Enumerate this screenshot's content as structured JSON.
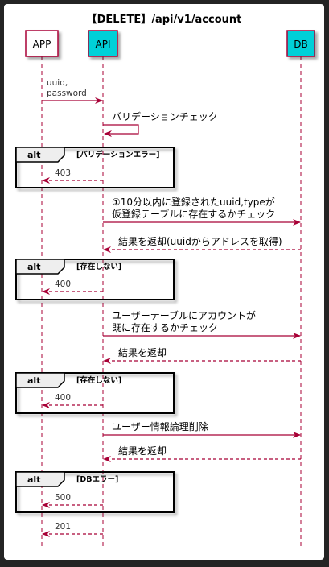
{
  "title": "【DELETE】/api/v1/account",
  "colors": {
    "arrow": "#a80036",
    "participant_border": "#a80036",
    "participant_fill_app": "#ffffff",
    "participant_fill_api": "#00d0d8",
    "participant_fill_db": "#00d0d8",
    "lifeline": "#a80036",
    "frame_bg": "#ffffff",
    "outer_bg": "#242424"
  },
  "participants": [
    {
      "id": "APP",
      "label": "APP"
    },
    {
      "id": "API",
      "label": "API"
    },
    {
      "id": "DB",
      "label": "DB"
    }
  ],
  "messages": [
    {
      "from": "APP",
      "to": "API",
      "lines": [
        "uuid,",
        "password"
      ],
      "style": "solid",
      "small": true
    },
    {
      "from": "API",
      "to": "API",
      "lines": [
        "バリデーションチェック"
      ],
      "style": "solid",
      "self": true
    },
    {
      "from": "API",
      "to": "APP",
      "lines": [
        "403"
      ],
      "style": "dashed",
      "small": true,
      "alt": 0
    },
    {
      "from": "API",
      "to": "DB",
      "lines": [
        "①10分以内に登録されたuuid,typeが",
        "仮登録テーブルに存在するかチェック"
      ],
      "style": "solid"
    },
    {
      "from": "DB",
      "to": "API",
      "lines": [
        "結果を返却(uuidからアドレスを取得)"
      ],
      "style": "dashed"
    },
    {
      "from": "API",
      "to": "APP",
      "lines": [
        "400"
      ],
      "style": "dashed",
      "small": true,
      "alt": 1
    },
    {
      "from": "API",
      "to": "DB",
      "lines": [
        "ユーザーテーブルにアカウントが",
        "既に存在するかチェック"
      ],
      "style": "solid"
    },
    {
      "from": "DB",
      "to": "API",
      "lines": [
        "結果を返却"
      ],
      "style": "dashed"
    },
    {
      "from": "API",
      "to": "APP",
      "lines": [
        "400"
      ],
      "style": "dashed",
      "small": true,
      "alt": 2
    },
    {
      "from": "API",
      "to": "DB",
      "lines": [
        "ユーザー情報論理削除"
      ],
      "style": "solid"
    },
    {
      "from": "DB",
      "to": "API",
      "lines": [
        "結果を返却"
      ],
      "style": "dashed"
    },
    {
      "from": "API",
      "to": "APP",
      "lines": [
        "500"
      ],
      "style": "dashed",
      "small": true,
      "alt": 3
    },
    {
      "from": "API",
      "to": "APP",
      "lines": [
        "201"
      ],
      "style": "dashed",
      "small": true
    }
  ],
  "alt_fragments": [
    {
      "keyword": "alt",
      "condition": "[バリデーションエラー]"
    },
    {
      "keyword": "alt",
      "condition": "[存在しない]"
    },
    {
      "keyword": "alt",
      "condition": "[存在しない]"
    },
    {
      "keyword": "alt",
      "condition": "[DBエラー]"
    }
  ]
}
